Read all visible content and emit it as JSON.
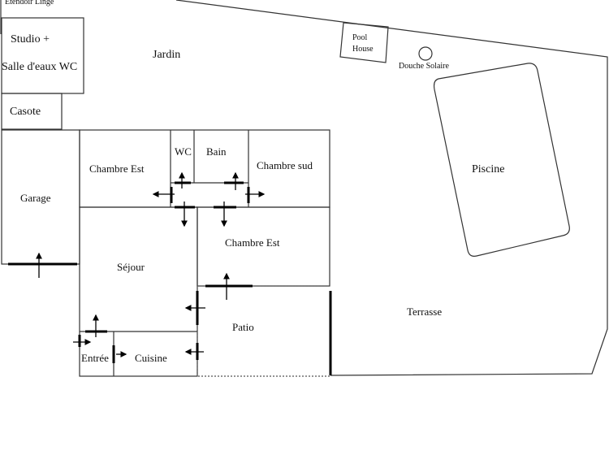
{
  "labels": {
    "etendoir": "Etendoir Linge",
    "studio_1": "Studio +",
    "studio_2": "Salle d'eaux WC",
    "jardin": "Jardin",
    "casote": "Casote",
    "pool_house_1": "Pool",
    "pool_house_2": "House",
    "douche": "Douche Solaire",
    "piscine": "Piscine",
    "chambre_est_1": "Chambre Est",
    "wc": "WC",
    "bain": "Bain",
    "chambre_sud": "Chambre sud",
    "garage": "Garage",
    "chambre_est_2": "Chambre Est",
    "sejour": "Séjour",
    "patio": "Patio",
    "terrasse": "Terrasse",
    "entree": "Entrée",
    "cuisine": "Cuisine"
  }
}
